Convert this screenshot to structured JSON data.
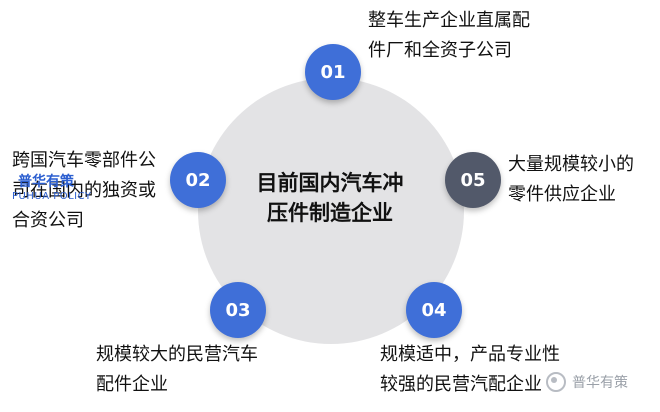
{
  "center": {
    "line1": "目前国内汽车冲",
    "line2": "压件制造企业"
  },
  "nodes": [
    {
      "num": "01",
      "line1": "整车生产企业直属配",
      "line2": "件厂和全资子公司"
    },
    {
      "num": "02",
      "line1": "跨国汽车零部件公",
      "line2": "司在国内的独资或",
      "line3": "合资公司"
    },
    {
      "num": "03",
      "line1": "规模较大的民营汽车",
      "line2": "配件企业"
    },
    {
      "num": "04",
      "line1": "规模适中，产品专业性",
      "line2": "较强的民营汽配企业"
    },
    {
      "num": "05",
      "line1": "大量规模较小的",
      "line2": "零件供应企业"
    }
  ],
  "colors": {
    "node_blue": "#3f6fd8",
    "node_gray": "#52596a",
    "big_circle": "#e3e3e5"
  },
  "watermark": {
    "logo": "普华有策",
    "sub": "PUHUA POLICY",
    "bottom": "普华有策"
  }
}
